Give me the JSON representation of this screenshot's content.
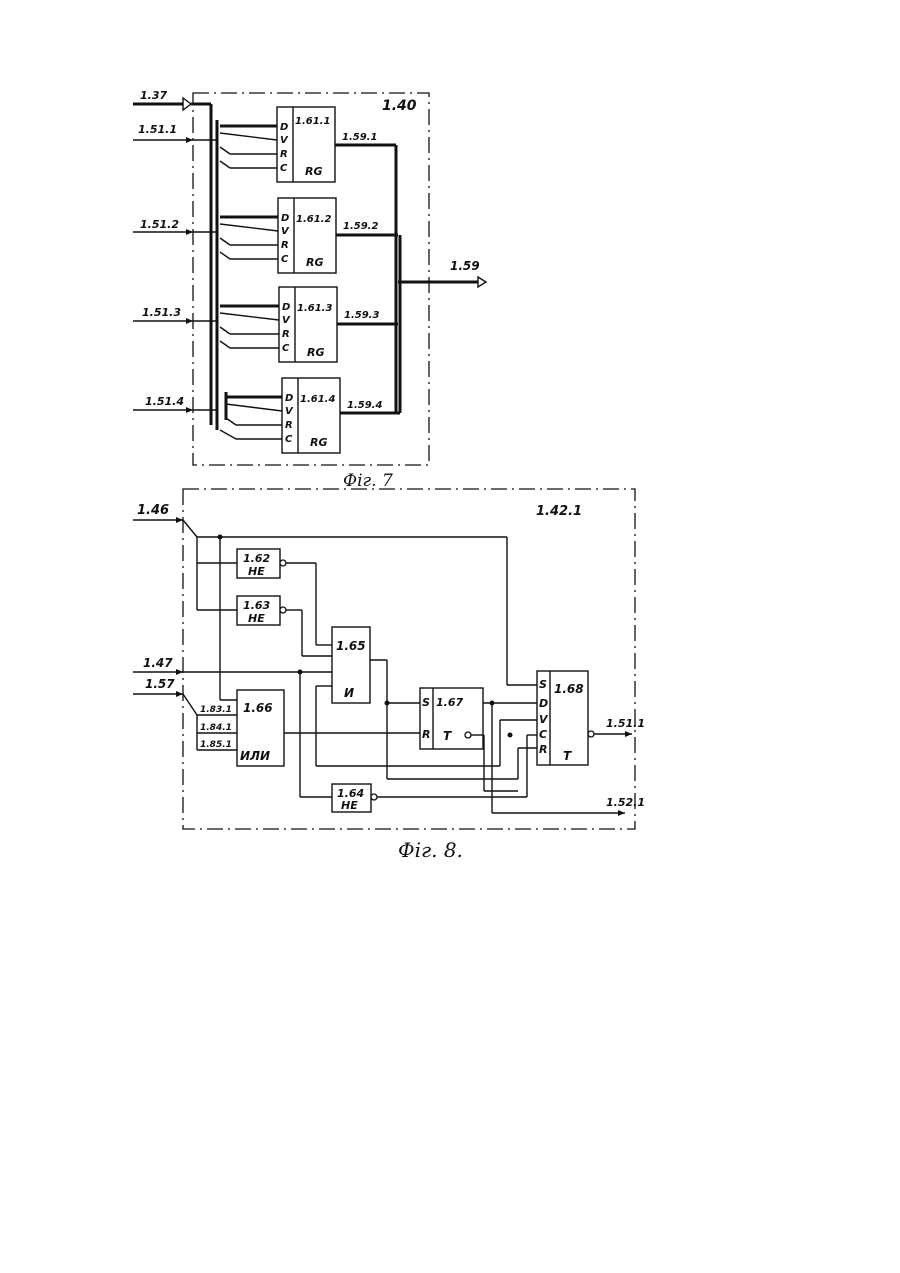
{
  "fig7": {
    "block": "1.40",
    "caption": "Фiг. 7",
    "in_bus": "1.37",
    "inputs": [
      "1.51.1",
      "1.51.2",
      "1.51.3",
      "1.51.4"
    ],
    "registers": [
      {
        "name": "1.61.1",
        "type": "RG",
        "out": "1.59.1"
      },
      {
        "name": "1.61.2",
        "type": "RG",
        "out": "1.59.2"
      },
      {
        "name": "1.61.3",
        "type": "RG",
        "out": "1.59.3"
      },
      {
        "name": "1.61.4",
        "type": "RG",
        "out": "1.59.4"
      }
    ],
    "pins": [
      "D",
      "V",
      "R",
      "C"
    ],
    "out_bus": "1.59"
  },
  "fig8": {
    "block": "1.42.1",
    "caption": "Фiг. 8.",
    "inputs": {
      "a": "1.46",
      "b": "1.47",
      "c": "1.57"
    },
    "or_inputs": [
      "1.83.1",
      "1.84.1",
      "1.85.1"
    ],
    "g162": {
      "name": "1.62",
      "type": "НЕ"
    },
    "g163": {
      "name": "1.63",
      "type": "НЕ"
    },
    "g164": {
      "name": "1.64",
      "type": "НЕ"
    },
    "g165": {
      "name": "1.65",
      "type": "И"
    },
    "g166": {
      "name": "1.66",
      "type": "ИЛИ"
    },
    "t167": {
      "name": "1.67",
      "type": "T",
      "pin_s": "S",
      "pin_r": "R"
    },
    "t168": {
      "name": "1.68",
      "type": "T",
      "pins": [
        "S",
        "D",
        "V",
        "C",
        "R"
      ]
    },
    "outputs": {
      "o1": "1.51.1",
      "o2": "1.52.1"
    }
  }
}
